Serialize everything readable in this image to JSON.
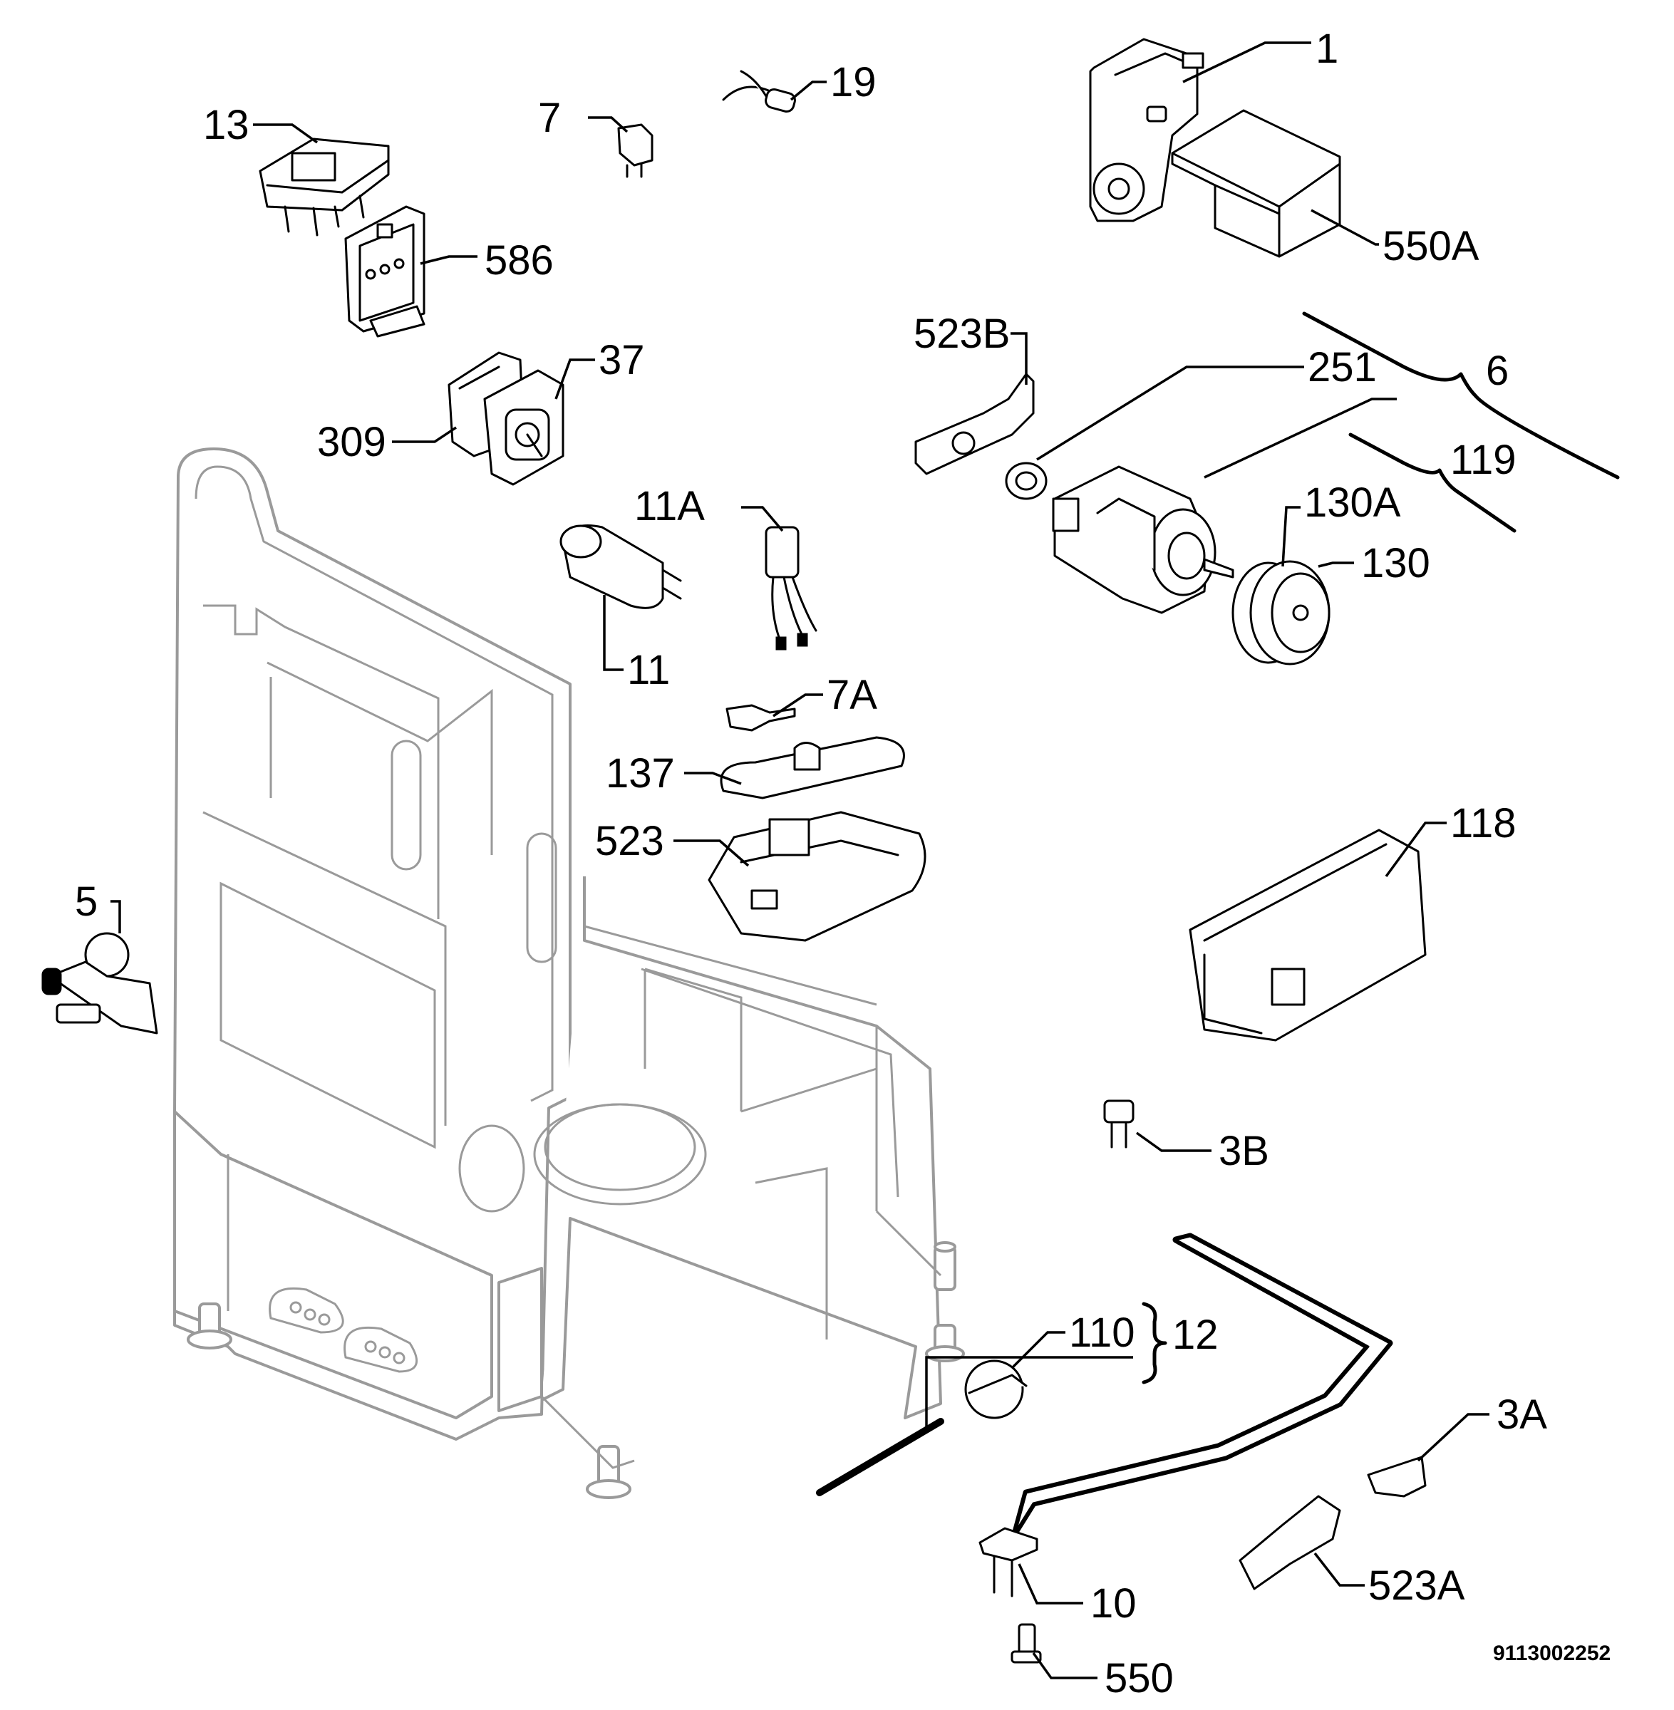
{
  "labels": {
    "p1": "1",
    "p550a": "550A",
    "p19": "19",
    "p7": "7",
    "p13": "13",
    "p586": "586",
    "p37": "37",
    "p309": "309",
    "p523b": "523B",
    "p251": "251",
    "p6": "6",
    "p119": "119",
    "p130a": "130A",
    "p130": "130",
    "p11a": "11A",
    "p11": "11",
    "p7a": "7A",
    "p137": "137",
    "p523": "523",
    "p118": "118",
    "p5": "5",
    "p3b": "3B",
    "p110": "110",
    "p12": "12",
    "p3a": "3A",
    "p10": "10",
    "p523a": "523A",
    "p550": "550"
  },
  "drawing_code": "9113002252"
}
